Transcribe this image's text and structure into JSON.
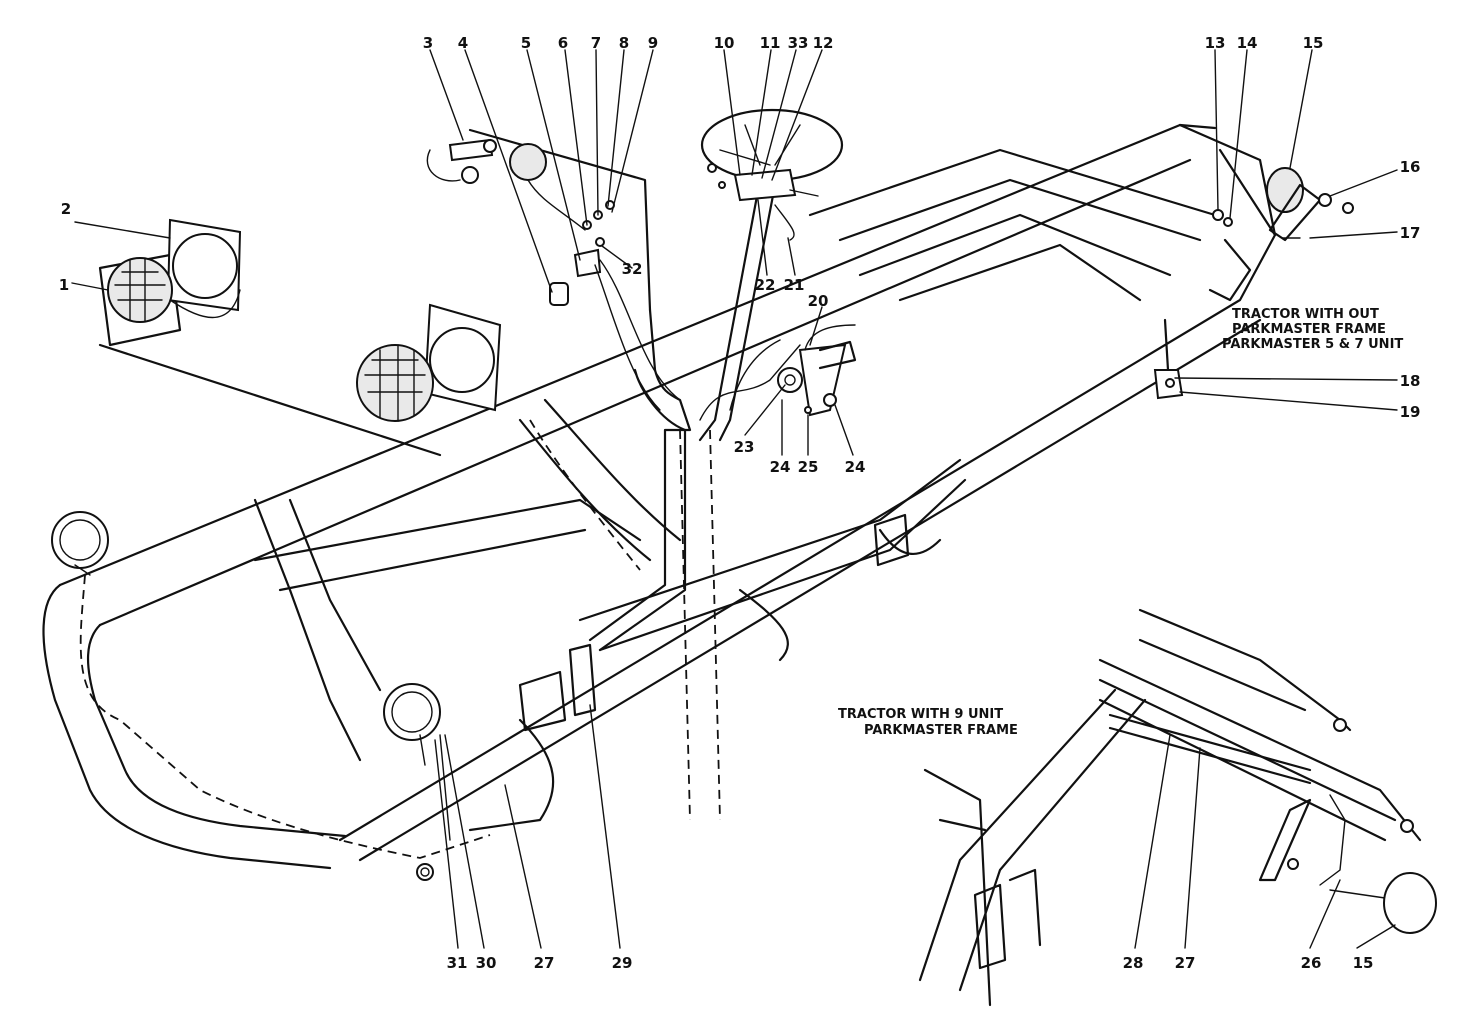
{
  "captions": {
    "top_right_line1": "TRACTOR WITH OUT",
    "top_right_line2": "PARKMASTER FRAME",
    "top_right_line3": "PARKMASTER 5 & 7 UNIT",
    "bottom_line1": "TRACTOR WITH 9 UNIT",
    "bottom_line2": "PARKMASTER FRAME"
  },
  "callouts": {
    "c1": "1",
    "c2": "2",
    "c3": "3",
    "c4": "4",
    "c5": "5",
    "c6": "6",
    "c7": "7",
    "c8": "8",
    "c9": "9",
    "c10": "10",
    "c11": "11",
    "c33": "33",
    "c12": "12",
    "c13": "13",
    "c14": "14",
    "c15a": "15",
    "c16": "16",
    "c17": "17",
    "c18": "18",
    "c19": "19",
    "c20": "20",
    "c21": "21",
    "c22": "22",
    "c23": "23",
    "c24a": "24",
    "c25": "25",
    "c24b": "24",
    "c32": "32",
    "c31": "31",
    "c30": "30",
    "c27a": "27",
    "c29": "29",
    "c28": "28",
    "c27b": "27",
    "c26": "26",
    "c15b": "15"
  }
}
